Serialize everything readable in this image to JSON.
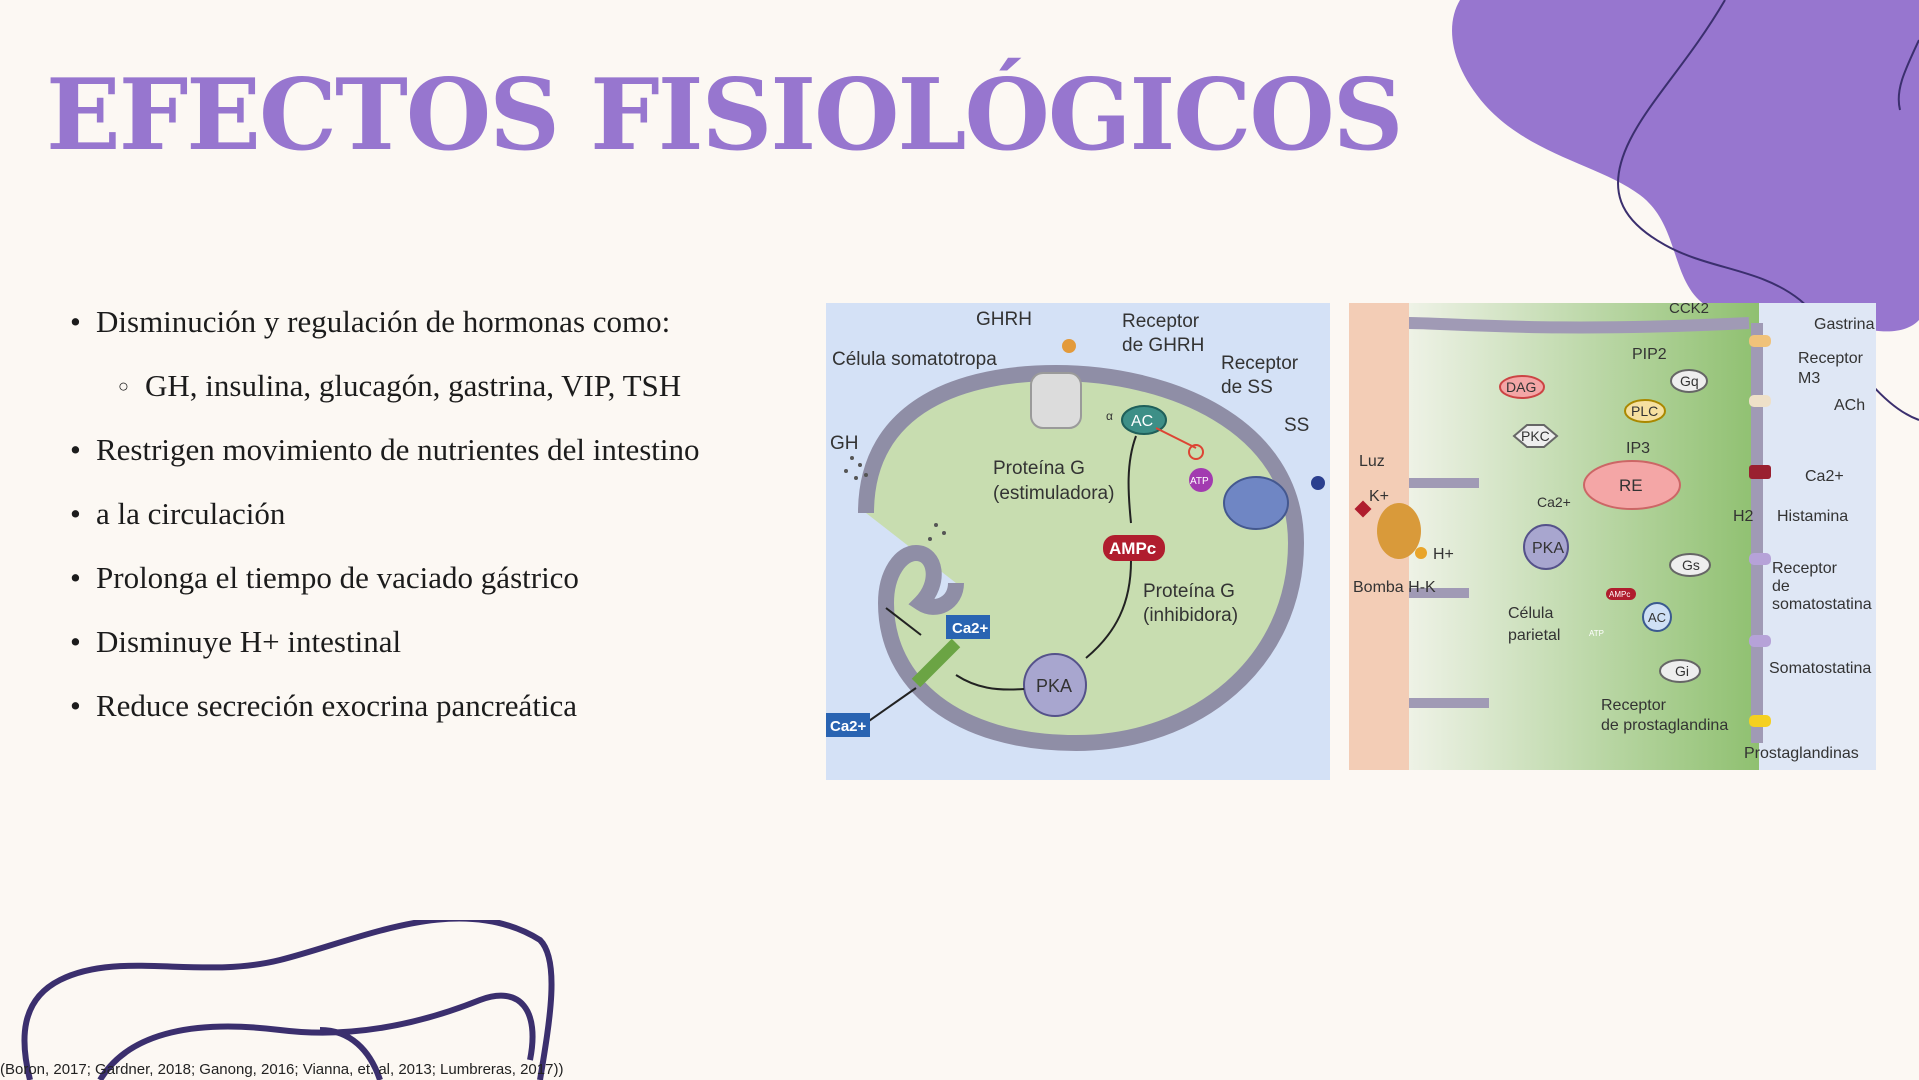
{
  "title": "EFECTOS FISIOLÓGICOS",
  "bullets": {
    "item1": "Disminución y regulación de hormonas como:",
    "item1_sub": "GH, insulina, glucagón, gastrina, VIP, TSH",
    "item2_line1": "Restrigen movimiento de nutrientes del intestino",
    "item2_line2": "a la circulación",
    "item3": "Prolonga el tiempo de vaciado gástrico",
    "item4": "Disminuye H+ intestinal",
    "item5": "Reduce secreción exocrina pancreática"
  },
  "diagram1": {
    "ghrh": "GHRH",
    "receptor_ghrh_1": "Receptor",
    "receptor_ghrh_2": "de GHRH",
    "cell": "Célula somatotropa",
    "receptor_ss_1": "Receptor",
    "receptor_ss_2": "de SS",
    "ss": "SS",
    "gh": "GH",
    "ac": "AC",
    "alpha": "α",
    "gs_1": "Proteína G",
    "gs_2": "(estimuladora)",
    "atp": "ATP",
    "ampc": "AMPc",
    "gi_1": "Proteína G",
    "gi_2": "(inhibidora)",
    "ca_in": "Ca2+",
    "ca_out": "Ca2+",
    "pka": "PKA"
  },
  "diagram2": {
    "cck2": "CCK2",
    "gastrina": "Gastrina",
    "pip2": "PIP2",
    "receptor_m3_1": "Receptor",
    "receptor_m3_2": "M3",
    "dag": "DAG",
    "gq": "Gq",
    "ach": "ACh",
    "plc": "PLC",
    "pkc": "PKC",
    "ip3": "IP3",
    "luz": "Luz",
    "k": "K+",
    "ca_re": "Ca2+",
    "re": "RE",
    "ca_right": "Ca2+",
    "h2": "H2",
    "histamina": "Histamina",
    "h": "H+",
    "pka": "PKA",
    "gs": "Gs",
    "bomba": "Bomba H-K",
    "ampc": "AMPc",
    "receptor_somat_1": "Receptor",
    "receptor_somat_2": "de",
    "receptor_somat_3": "somatostatina",
    "celula_1": "Célula",
    "celula_2": "parietal",
    "ac": "AC",
    "atp": "ATP",
    "gi": "Gi",
    "somatostatina": "Somatostatina",
    "receptor_pg_1": "Receptor",
    "receptor_pg_2": "de prostaglandina",
    "prostaglandinas": "Prostaglandinas"
  },
  "citation": "(Boron, 2017; Gardner, 2018; Ganong, 2016; Vianna, et. al, 2013; Lumbreras, 2017))",
  "colors": {
    "title": "#9776cf",
    "blob": "#9776cf",
    "scribble": "#3b2f6e",
    "background": "#fcf8f3"
  }
}
